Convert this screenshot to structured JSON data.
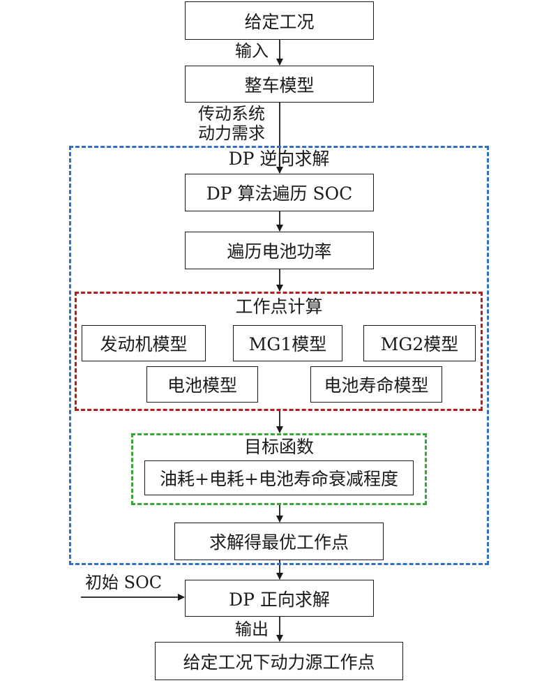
{
  "boxes": {
    "given_condition": "给定工况",
    "vehicle_model": "整车模型",
    "dp_traverse_soc": "DP 算法遍历 SOC",
    "traverse_battery_power": "遍历电池功率",
    "engine_model": "发动机模型",
    "mg1_model": "MG1模型",
    "mg2_model": "MG2模型",
    "battery_model": "电池模型",
    "battery_life_model": "电池寿命模型",
    "objective_formula": "油耗+电耗+电池寿命衰减程度",
    "optimal_point": "求解得最优工作点",
    "dp_forward": "DP 正向求解",
    "result": "给定工况下动力源工作点"
  },
  "frames": {
    "backward_title": "DP 逆向求解",
    "operating_point_title": "工作点计算",
    "objective_title": "目标函数"
  },
  "edge_labels": {
    "input": "输入",
    "drive_demand_line1": "传动系统",
    "drive_demand_line2": "动力需求",
    "initial_soc": "初始 SOC",
    "output": "输出"
  },
  "colors": {
    "backward_frame": "#2f6fc6",
    "operating_point_frame": "#b71c1c",
    "objective_frame": "#3aa63a"
  }
}
